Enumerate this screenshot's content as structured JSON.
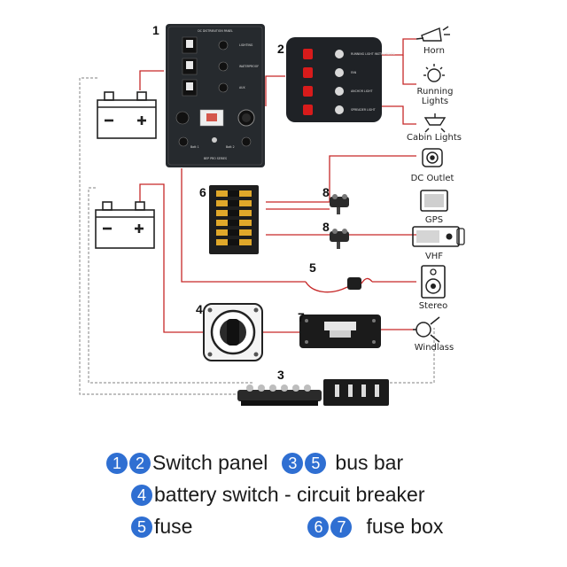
{
  "colors": {
    "wire_red": "#c62828",
    "wire_gray": "#9a9a9a",
    "badge_blue": "#2f6fd2",
    "panel": "#262a2e"
  },
  "component_numbers": [
    "1",
    "2",
    "3",
    "4",
    "5",
    "6",
    "7",
    "8",
    "8"
  ],
  "device_labels": {
    "horn": "Horn",
    "running_lights_1": "Running",
    "running_lights_2": "Lights",
    "cabin_lights": "Cabin Lights",
    "dc_outlet": "DC Outlet",
    "gps": "GPS",
    "vhf": "VHF",
    "stereo": "Stereo",
    "windlass": "Windlass"
  },
  "panel_text": {
    "title": "DC DISTRIBUTION PANEL",
    "sw1": "LIGHTING",
    "sw2": "WATERPROOF",
    "sw3": "AUX",
    "left_bottom": "Batt 1",
    "right_bottom": "Batt 2",
    "brand": "BEP PRO SERIES"
  },
  "switch_panel2_text": [
    "RUNNING LIGHT INSTRUMENTS",
    "FAN",
    "ANCHOR LIGHT",
    "SPREADER LIGHT"
  ],
  "legend": {
    "row1": {
      "badges": [
        "1",
        "2"
      ],
      "text": "Switch panel",
      "badges2": [
        "3",
        "5"
      ],
      "text2": "bus bar"
    },
    "row2": {
      "badges": [
        "4"
      ],
      "text": "battery switch - circuit breaker"
    },
    "row3": {
      "badges": [
        "5"
      ],
      "text": "fuse",
      "badges2": [
        "6",
        "7"
      ],
      "text2": "fuse box"
    }
  }
}
